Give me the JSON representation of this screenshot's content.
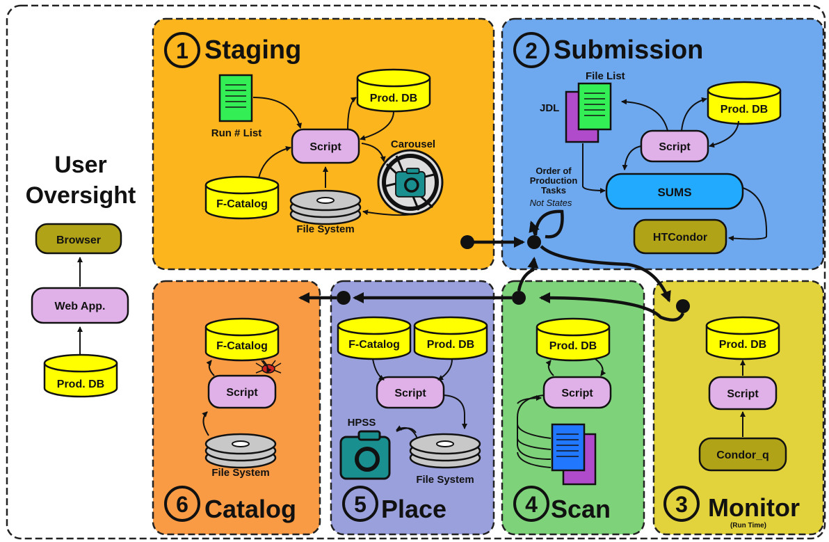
{
  "user_oversight": {
    "title_line1": "User",
    "title_line2": "Oversight",
    "browser": "Browser",
    "web_app": "Web App.",
    "prod_db": "Prod. DB"
  },
  "stages": {
    "staging": {
      "number": "1",
      "title": "Staging",
      "run_list": "Run # List",
      "prod_db": "Prod. DB",
      "script": "Script",
      "carousel": "Carousel",
      "f_catalog": "F-Catalog",
      "file_system": "File System",
      "color": "#fdb51e"
    },
    "submission": {
      "number": "2",
      "title": "Submission",
      "file_list": "File List",
      "jdl": "JDL",
      "prod_db": "Prod. DB",
      "script": "Script",
      "order_line1": "Order of",
      "order_line2": "Production",
      "order_line3": "Tasks",
      "order_line4": "Not States",
      "sums": "SUMS",
      "htcondor": "HTCondor",
      "color": "#6ea8ee"
    },
    "monitor": {
      "number": "3",
      "title": "Monitor",
      "subtitle": "(Run Time)",
      "prod_db": "Prod. DB",
      "script": "Script",
      "condor_q": "Condor_q",
      "color": "#e2d23c"
    },
    "scan": {
      "number": "4",
      "title": "Scan",
      "prod_db": "Prod. DB",
      "script": "Script",
      "color": "#7ed27a"
    },
    "place": {
      "number": "5",
      "title": "Place",
      "f_catalog": "F-Catalog",
      "prod_db": "Prod. DB",
      "script": "Script",
      "hpss": "HPSS",
      "file_system": "File System",
      "color": "#9aa0dc"
    },
    "catalog": {
      "number": "6",
      "title": "Catalog",
      "f_catalog": "F-Catalog",
      "script": "Script",
      "file_system": "File System",
      "color": "#f99a44"
    }
  },
  "colors": {
    "db_fill": "#ffff00",
    "script_fill": "#e0b0e8",
    "doc_green": "#33ee55",
    "doc_purple": "#b04ccc",
    "doc_blue": "#2277ff",
    "sums_fill": "#22aaff",
    "olive_fill": "#b0a318",
    "camera_fill": "#1a8f8f",
    "disk_fill": "#c8c8c8"
  }
}
